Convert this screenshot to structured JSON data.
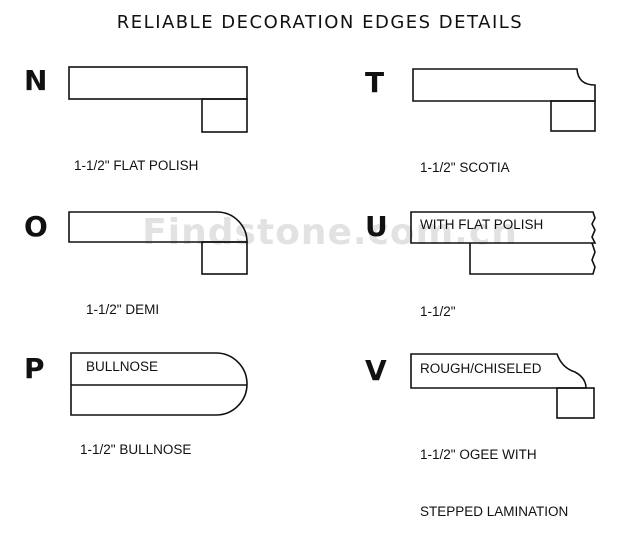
{
  "title": "RELIABLE DECORATION EDGES DETAILS",
  "watermark": "Findstone.com.cn",
  "edges": [
    {
      "letter": "N",
      "caption": [
        "1-1/2\" FLAT POLISH"
      ]
    },
    {
      "letter": "T",
      "caption": [
        "1-1/2\" SCOTIA",
        "WITH FLAT POLISH"
      ]
    },
    {
      "letter": "O",
      "caption": [
        "1-1/2\" DEMI",
        "BULLNOSE"
      ]
    },
    {
      "letter": "U",
      "caption": [
        "1-1/2\"",
        "ROUGH/CHISELED"
      ]
    },
    {
      "letter": "P",
      "caption": [
        "1-1/2\" BULLNOSE"
      ]
    },
    {
      "letter": "V",
      "caption": [
        "1-1/2\" OGEE WITH",
        "STEPPED LAMINATION"
      ]
    }
  ]
}
